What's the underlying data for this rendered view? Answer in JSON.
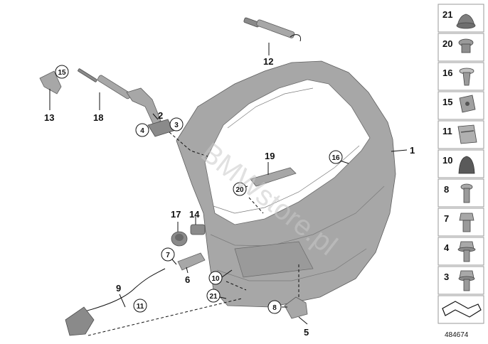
{
  "diagram": {
    "callouts": {
      "1": "1",
      "2": "2",
      "3": "3",
      "4": "4",
      "5": "5",
      "6": "6",
      "7": "7",
      "8": "8",
      "9": "9",
      "10": "10",
      "11": "11",
      "12": "12",
      "13": "13",
      "14": "14",
      "15": "15",
      "16": "16",
      "17": "17",
      "18": "18",
      "19": "19",
      "20": "20",
      "21": "21"
    },
    "sidebar_items": [
      "21",
      "20",
      "16",
      "15",
      "11",
      "10",
      "8",
      "7",
      "4",
      "3"
    ],
    "document_number": "484674",
    "watermark": "BMWstore.pl"
  }
}
